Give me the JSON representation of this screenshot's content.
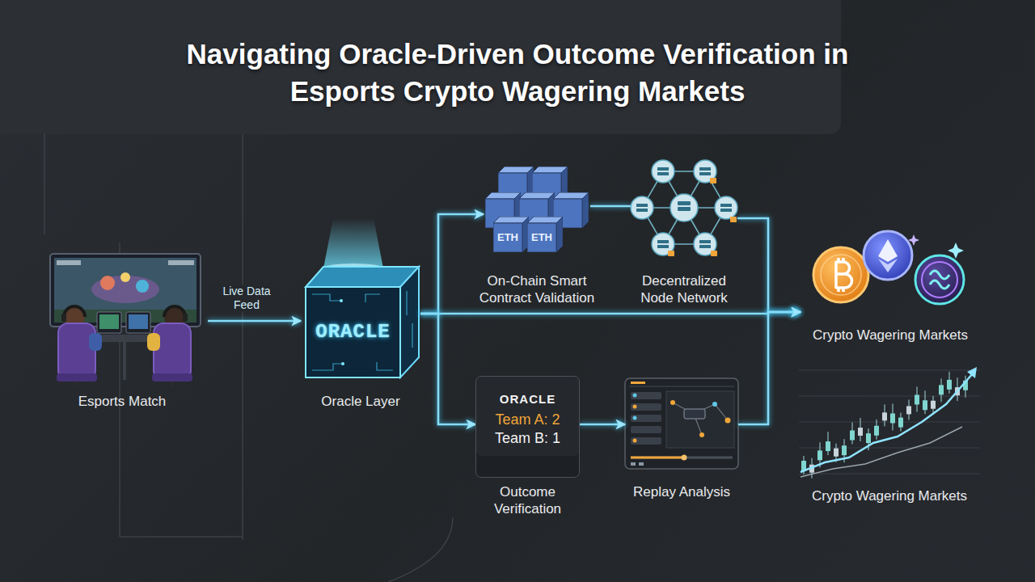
{
  "diagram": {
    "title": "Navigating Oracle-Driven Outcome Verification in Esports Crypto Wagering Markets",
    "nodes": [
      {
        "text": [
          "Esports Match"
        ]
      },
      {
        "text": [
          "ORACLE",
          "Oracle Layer"
        ]
      },
      {
        "text": [
          "ETH",
          "ETH",
          "On-Chain Smart Contract Validation"
        ]
      },
      {
        "text": [
          "Decentralized Node Network"
        ]
      },
      {
        "text": [
          "ORACLE",
          "Team A: 2",
          "Team B: 1",
          "Outcome Verification"
        ]
      },
      {
        "text": [
          "Replay Analysis"
        ]
      },
      {
        "text": [
          "Crypto Wagering Markets"
        ]
      },
      {
        "text": [
          "Crypto Wagering Markets"
        ]
      }
    ],
    "edges": [
      {
        "from": 0,
        "to": 1,
        "arrow": "to",
        "label": "Live Data Feed"
      },
      {
        "from": 1,
        "to": 2,
        "arrow": "to"
      },
      {
        "from": 2,
        "to": 3,
        "arrow": "none"
      },
      {
        "from": 3,
        "to": 6,
        "arrow": "to"
      },
      {
        "from": 1,
        "to": 6,
        "arrow": "to"
      },
      {
        "from": 1,
        "to": 4,
        "arrow": "to"
      },
      {
        "from": 4,
        "to": 5,
        "arrow": "to"
      },
      {
        "from": 5,
        "to": 6,
        "arrow": "to"
      }
    ]
  }
}
